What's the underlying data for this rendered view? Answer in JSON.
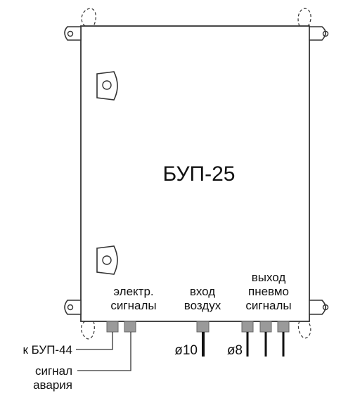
{
  "device": {
    "title": "БУП-25"
  },
  "port_groups": {
    "electric": {
      "line1": "электр.",
      "line2": "сигналы"
    },
    "air_in": {
      "line1": "вход",
      "line2": "воздух"
    },
    "pneumo_out": {
      "line1": "выход",
      "line2": "пневмо",
      "line3": "сигналы"
    }
  },
  "dimensions": {
    "air_in_diameter": "ø10",
    "pneumo_out_diameter": "ø8"
  },
  "external_labels": {
    "to_bup44": "к БУП-44",
    "alarm_line1": "сигнал",
    "alarm_line2": "авария"
  },
  "colors": {
    "outline": "#333333",
    "fitting_fill": "#9a9a9a",
    "pipe": "#111111"
  }
}
